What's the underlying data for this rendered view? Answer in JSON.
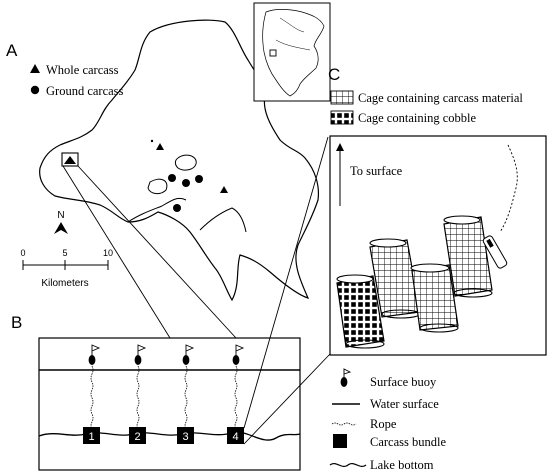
{
  "panels": {
    "a": "A",
    "b": "B",
    "c": "C"
  },
  "map_legend": {
    "whole": "Whole carcass",
    "ground": "Ground carcass"
  },
  "north_label": "N",
  "scale_bar": {
    "ticks": [
      "0",
      "5",
      "10"
    ],
    "unit": "Kilometers"
  },
  "panel_c": {
    "legend_carcass": "Cage containing carcass material",
    "legend_cobble": "Cage containing cobble",
    "to_surface": "To surface"
  },
  "panel_b": {
    "bundles": [
      "1",
      "2",
      "3",
      "4"
    ]
  },
  "legend_b": {
    "buoy": "Surface buoy",
    "water": "Water surface",
    "rope": "Rope",
    "bundle": "Carcass bundle",
    "bottom": "Lake bottom"
  },
  "colors": {
    "ink": "#000000",
    "paper": "#ffffff",
    "map_fill": "#ffffff"
  }
}
